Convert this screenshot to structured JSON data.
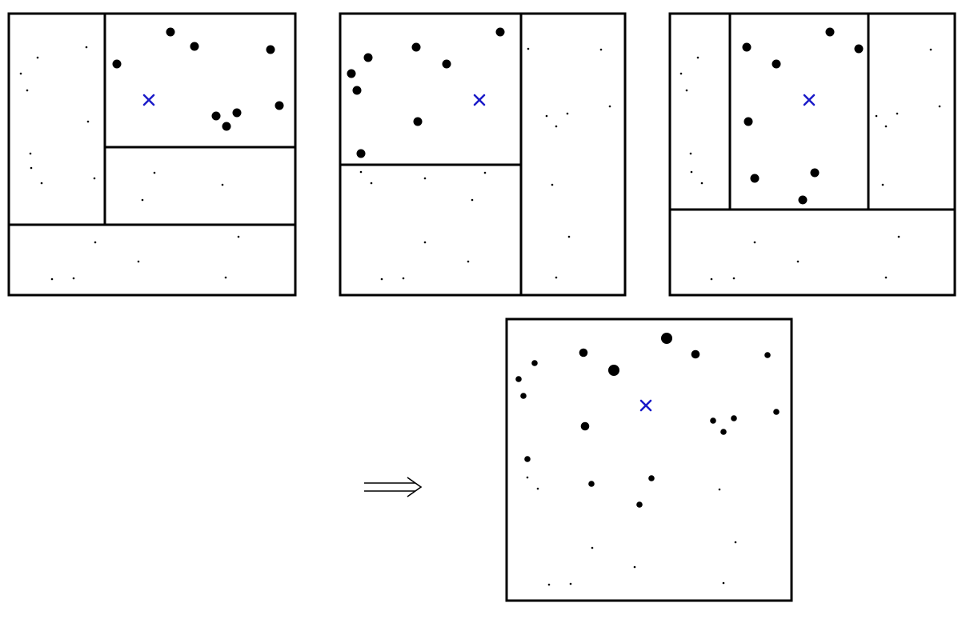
{
  "figure": {
    "marker_color": "#1a1ac8",
    "point_color": "#000000",
    "panel_names": [
      "top-left",
      "top-middle",
      "top-right",
      "result"
    ],
    "arrow_symbol": "double-arrow-icon",
    "marker_symbol": "x-mark-icon"
  }
}
